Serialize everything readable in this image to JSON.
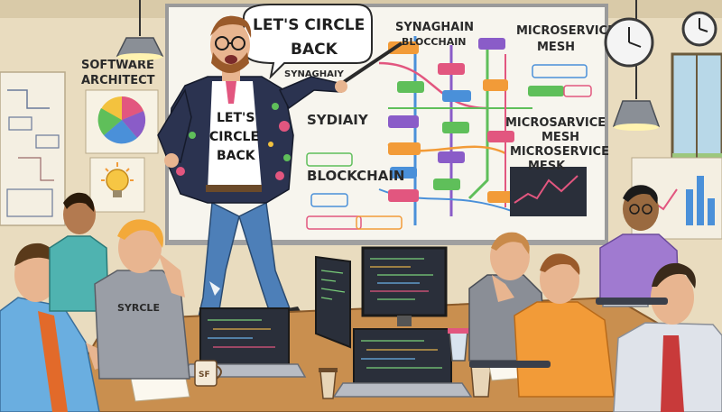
{
  "speech_bubble": {
    "line1": "LET'S CIRCLE",
    "line2": "BACK"
  },
  "shirt_text": {
    "line1": "LET'S",
    "line2": "CIRCLE",
    "line3": "BACK"
  },
  "left_poster": {
    "line1": "SOFTWARE",
    "line2": "ARCHITECT"
  },
  "whiteboard": {
    "synaghain_top": "SYNAGHAIN",
    "blockchain_small": "BLOCCHAIN",
    "synaghaiy": "SYNAGHAIY",
    "sydiaiy": "SYDIAIY",
    "blockchain": "BLOCKCHAIN",
    "microservice_top": "MICROSERVICE",
    "mesh_top": "MESH",
    "microsarvice": "MICROSARVICE",
    "mesh_mid": "MESH",
    "microservice_low": "MICROSERVICE",
    "mesk": "MESK"
  },
  "tshirt_dev": "SYRCLE",
  "mug_text": "SF",
  "colors": {
    "wall": "#e9dcbf",
    "whiteboard": "#f7f5ee",
    "desk": "#c98f4f",
    "jacket": "#2b3350",
    "jeans": "#4d7fb8",
    "accent_orange": "#f29b38",
    "accent_green": "#5fbf5a",
    "accent_purple": "#8a5cc8",
    "accent_pink": "#e2567f"
  },
  "icons": [
    "pendant-lamp-icon",
    "wall-clock-icon",
    "pie-chart-icon",
    "lightbulb-icon",
    "laptop-icon",
    "coffee-cup-icon"
  ]
}
